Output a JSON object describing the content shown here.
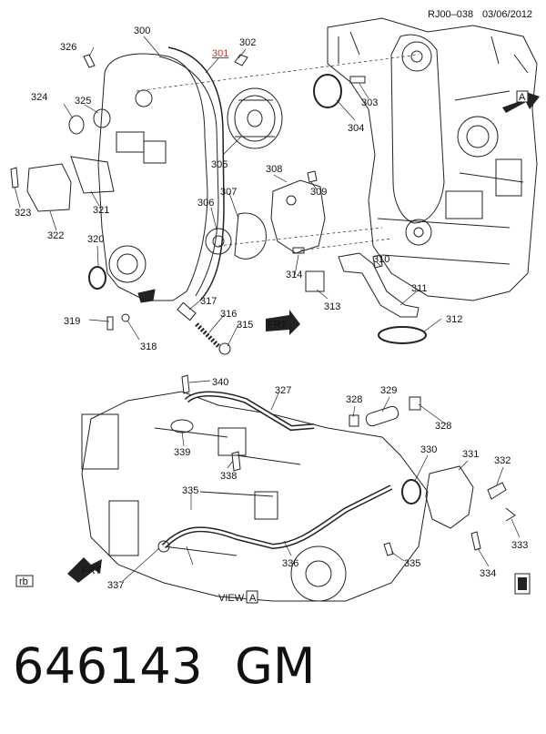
{
  "header": {
    "diagram_id": "RJ00–038",
    "date": "03/06/2012"
  },
  "callouts_top": [
    "300",
    "301",
    "302",
    "303",
    "304",
    "305",
    "306",
    "307",
    "308",
    "309",
    "310",
    "311",
    "312",
    "313",
    "314",
    "315",
    "316",
    "317",
    "318",
    "319",
    "320",
    "321",
    "322",
    "323",
    "324",
    "325",
    "326"
  ],
  "callouts_bottom": [
    "327",
    "328",
    "328",
    "329",
    "330",
    "331",
    "332",
    "333",
    "334",
    "335",
    "335",
    "336",
    "337",
    "338",
    "339",
    "340"
  ],
  "view_marker": {
    "prefix": "VIEW",
    "letter": "A"
  },
  "arrow_marker_top": "A",
  "front_label": "FRT",
  "corner_tag": "rb",
  "footer": {
    "part_number": "646143",
    "brand": "GM"
  }
}
